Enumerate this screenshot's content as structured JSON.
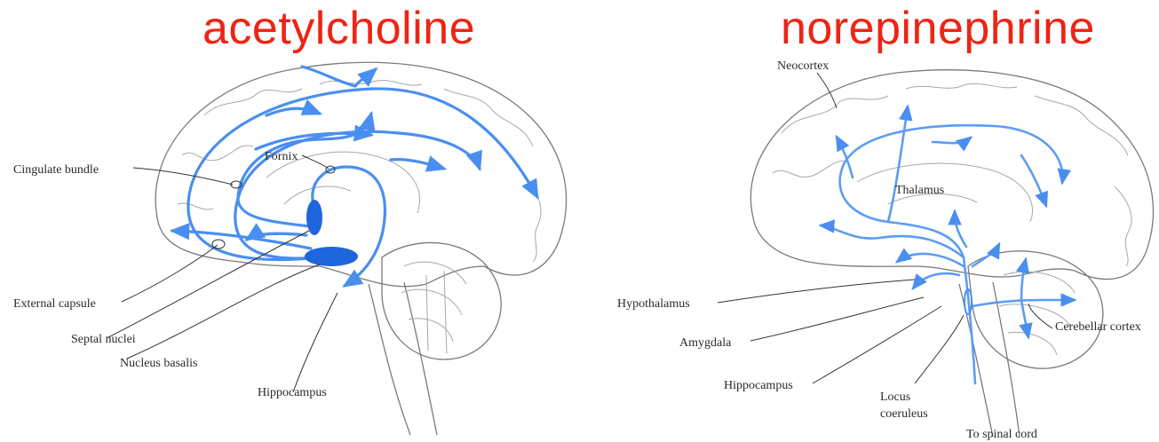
{
  "panels": [
    {
      "title": "acetylcholine",
      "labels": {
        "cingulate_bundle": "Cingulate bundle",
        "fornix": "Fornix",
        "external_capsule": "External capsule",
        "septal_nuclei": "Septal nuclei",
        "nucleus_basalis": "Nucleus basalis",
        "hippocampus": "Hippocampus"
      }
    },
    {
      "title": "norepinephrine",
      "labels": {
        "neocortex": "Neocortex",
        "thalamus": "Thalamus",
        "hypothalamus": "Hypothalamus",
        "amygdala": "Amygdala",
        "hippocampus": "Hippocampus",
        "locus_line1": "Locus",
        "locus_line2": "coeruleus",
        "cerebellar_cortex": "Cerebellar cortex",
        "spinal_cord": "To spinal cord"
      }
    }
  ],
  "colors": {
    "title": "#ee2416",
    "pathway": "#4a8ff0",
    "nucleus": "#1f66dd"
  }
}
